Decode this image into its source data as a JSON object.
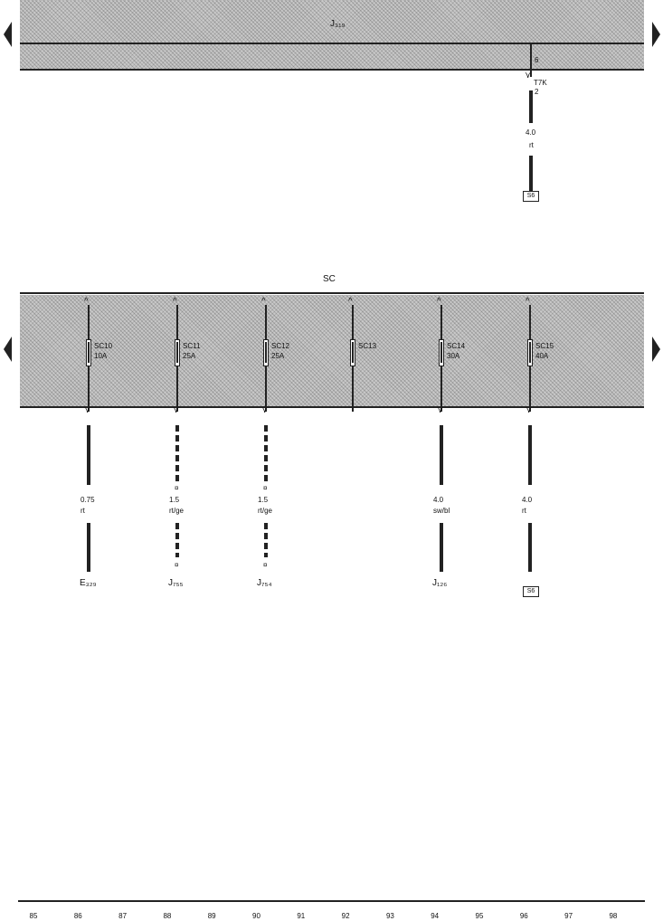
{
  "top_block": {
    "label": "J₃₁₉",
    "wire": {
      "connector": "T7K",
      "pin": "6",
      "pin_lower": "2",
      "size": "4.0",
      "color": "rt",
      "ground": "S6"
    }
  },
  "sc_block": {
    "label": "SC",
    "fuses": [
      {
        "name": "SC10",
        "rating": "10A",
        "size": "0.75",
        "color": "rt",
        "dest": "E₃₂₉"
      },
      {
        "name": "SC11",
        "rating": "25A",
        "size": "1.5",
        "color": "rt/ge",
        "dest": "J₇₅₅"
      },
      {
        "name": "SC12",
        "rating": "25A",
        "size": "1.5",
        "color": "rt/ge",
        "dest": "J₇₅₄"
      },
      {
        "name": "SC13",
        "rating": "",
        "size": "",
        "color": "",
        "dest": ""
      },
      {
        "name": "SC14",
        "rating": "30A",
        "size": "4.0",
        "color": "sw/bl",
        "dest": "J₁₂₆"
      },
      {
        "name": "SC15",
        "rating": "40A",
        "size": "4.0",
        "color": "rt",
        "dest": "S6"
      }
    ]
  },
  "ruler": [
    "85",
    "86",
    "87",
    "88",
    "89",
    "90",
    "91",
    "92",
    "93",
    "94",
    "95",
    "96",
    "97",
    "98"
  ]
}
